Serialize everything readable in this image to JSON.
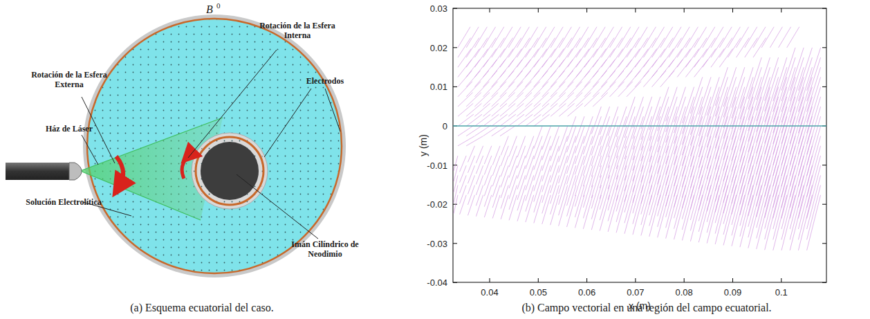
{
  "diagram": {
    "labels": [
      "B",
      "0",
      "Rotación de la Esfera Interna",
      "Electrodos",
      "Rotación de la Esfera Externa",
      "Ház de Láser",
      "Solución Electrolítica",
      "Imán Cilíndrico de Neodimio",
      "0.03",
      "0.02",
      "0.01",
      "0",
      "-0.01",
      "-0.02",
      "-0.03",
      "-0.04",
      "0.04",
      "0.05",
      "0.06",
      "0.07",
      "0.08",
      "0.09",
      "0.1",
      "y (m)",
      "x (m)",
      "(a) Esquema ecuatorial del caso.",
      "(b) Campo vectorial en una región del campo ecuatorial."
    ]
  }
}
